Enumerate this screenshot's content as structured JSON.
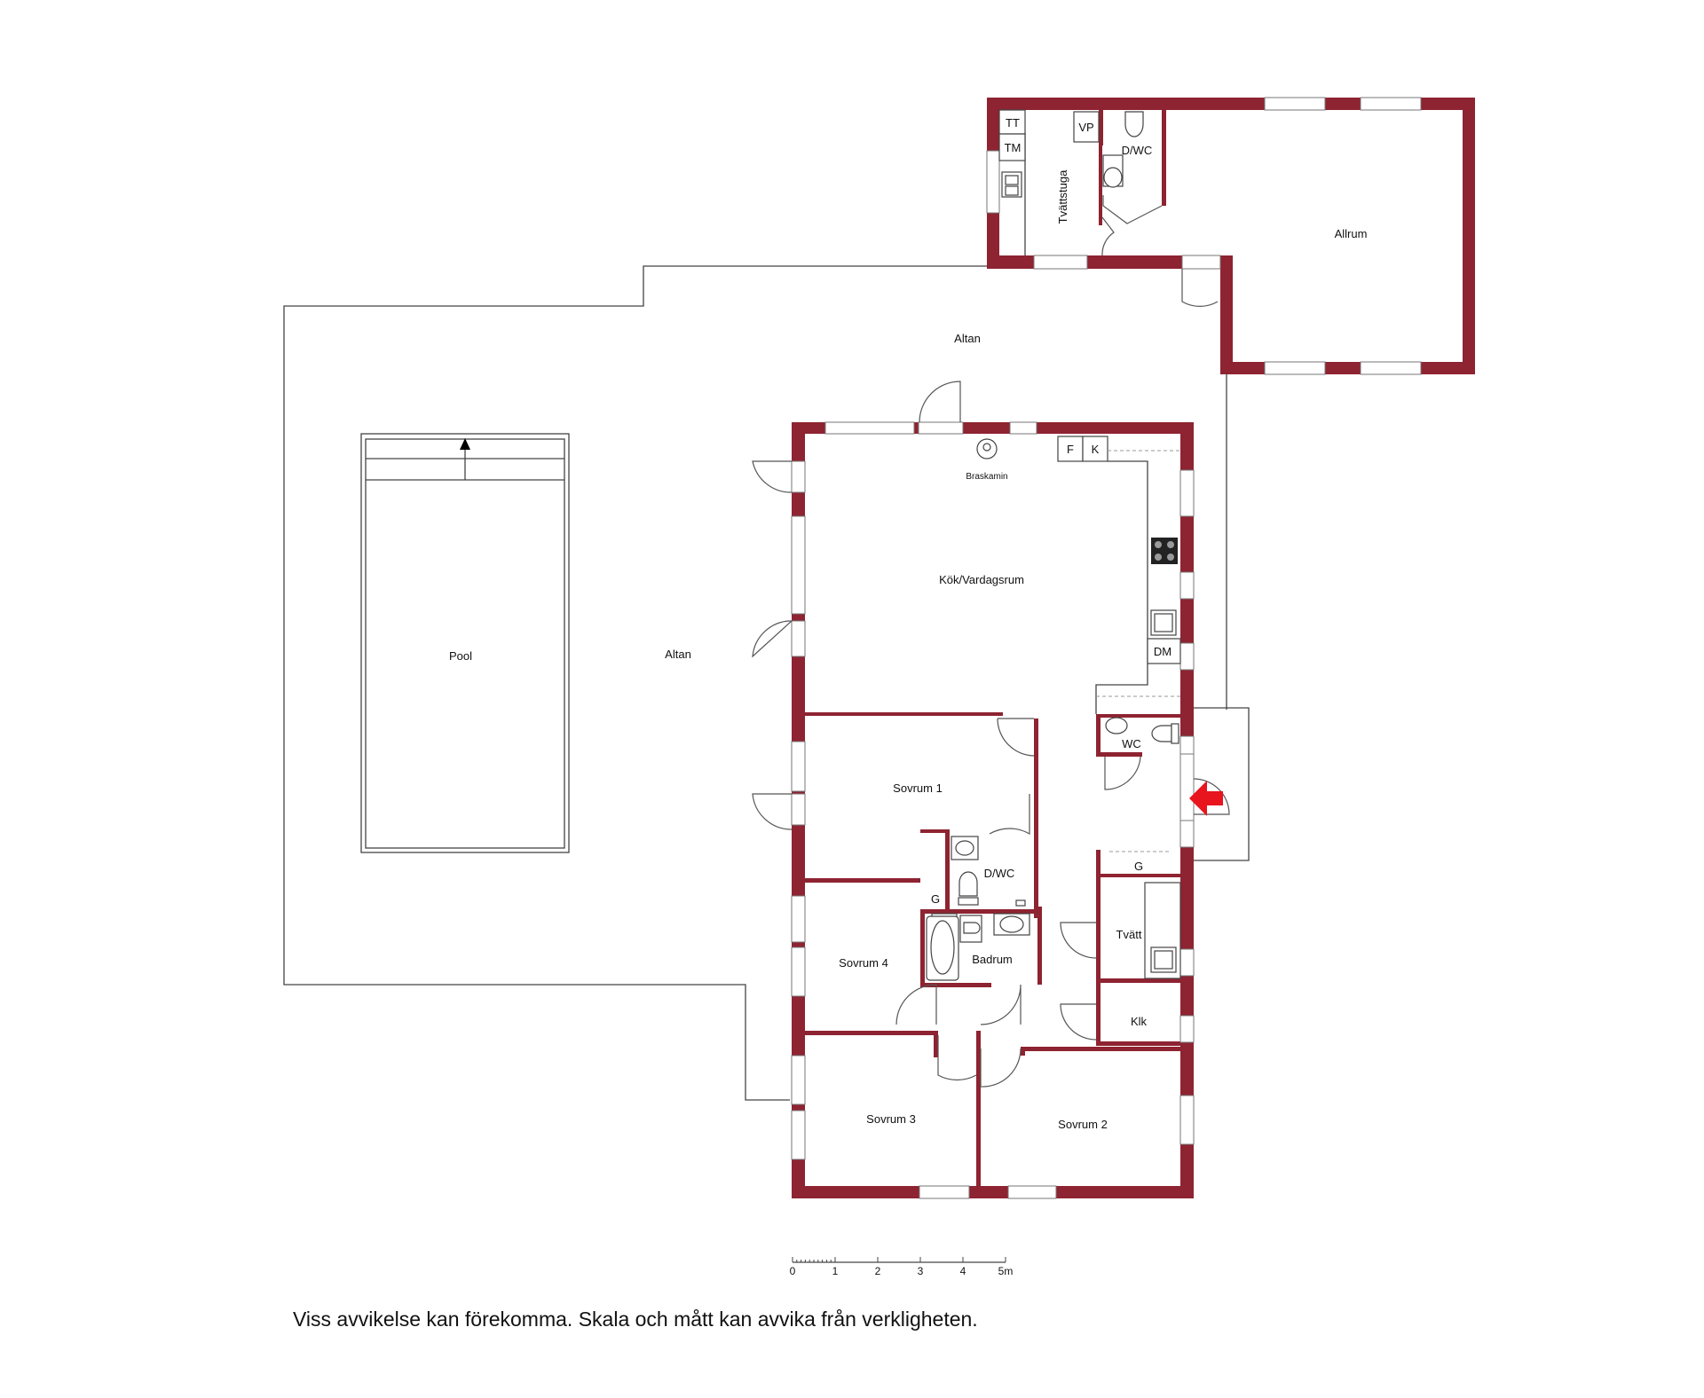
{
  "rooms": {
    "altan_top": "Altan",
    "altan_left": "Altan",
    "pool": "Pool",
    "allrum": "Allrum",
    "tvattstuga": "Tvättstuga",
    "tt": "TT",
    "tm": "TM",
    "vp": "VP",
    "dwc_top": "D/WC",
    "kok": "Kök/Vardagsrum",
    "braskamin": "Braskamin",
    "f": "F",
    "k": "K",
    "dm": "DM",
    "wc": "WC",
    "sovrum1": "Sovrum 1",
    "dwc": "D/WC",
    "g_left": "G",
    "g_right": "G",
    "sovrum4": "Sovrum 4",
    "badrum": "Badrum",
    "tvatt": "Tvätt",
    "klk": "Klk",
    "sovrum3": "Sovrum 3",
    "sovrum2": "Sovrum 2"
  },
  "scale": {
    "ticks": [
      "0",
      "1",
      "2",
      "3",
      "4",
      "5m"
    ]
  },
  "colors": {
    "wall": "#8e2331",
    "entrance_arrow": "#e8141e"
  },
  "disclaimer": "Viss avvikelse kan förekomma. Skala och mått kan avvika från verkligheten."
}
